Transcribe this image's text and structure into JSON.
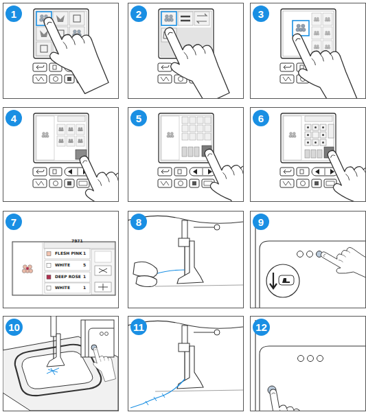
{
  "diagram": {
    "nodes": [
      {
        "text": [
          "1"
        ]
      },
      {
        "text": [
          "2"
        ]
      },
      {
        "text": [
          "3"
        ]
      },
      {
        "text": [
          "4"
        ]
      },
      {
        "text": [
          "5"
        ]
      },
      {
        "text": [
          "6"
        ]
      },
      {
        "text": [
          "7"
        ]
      },
      {
        "text": [
          "8"
        ]
      },
      {
        "text": [
          "9"
        ]
      },
      {
        "text": [
          "10"
        ]
      },
      {
        "text": [
          "11"
        ]
      },
      {
        "text": [
          "12"
        ]
      }
    ],
    "labels": [
      "7971",
      "FLESH PINK",
      "1",
      "WHITE",
      "5",
      "DEEP ROSE",
      "1",
      "WHITE",
      "1"
    ]
  }
}
